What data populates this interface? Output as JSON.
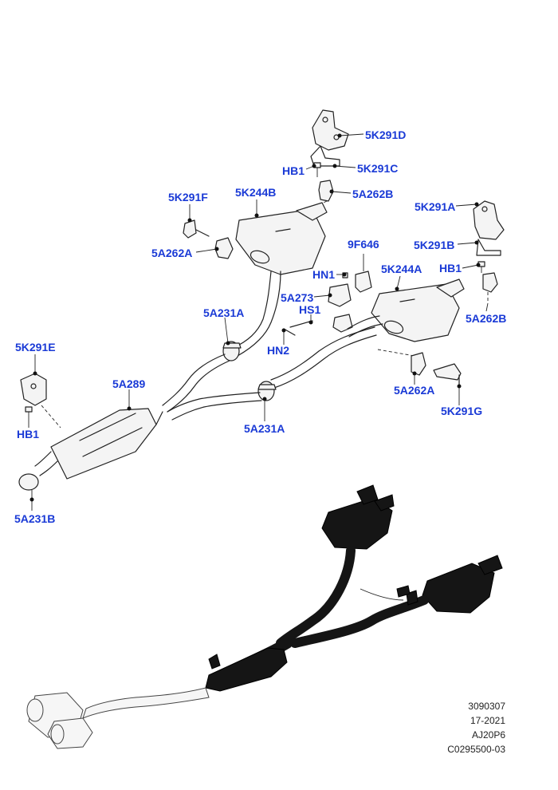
{
  "callouts": {
    "c_5k291d": "5K291D",
    "c_hb1_top": "HB1",
    "c_5k291c": "5K291C",
    "c_5a262b_top": "5A262B",
    "c_5k291f": "5K291F",
    "c_5k244b": "5K244B",
    "c_5k291a": "5K291A",
    "c_5a262a_left": "5A262A",
    "c_9f646": "9F646",
    "c_5k291b": "5K291B",
    "c_hn1": "HN1",
    "c_5k244a": "5K244A",
    "c_hb1_right": "HB1",
    "c_5a273": "5A273",
    "c_hs1": "HS1",
    "c_5a231a_upper": "5A231A",
    "c_5a262b_right": "5A262B",
    "c_5k291e": "5K291E",
    "c_hn2": "HN2",
    "c_5a289": "5A289",
    "c_5a262a_right": "5A262A",
    "c_5k291g": "5K291G",
    "c_hb1_left": "HB1",
    "c_5a231a_lower": "5A231A",
    "c_5a231b": "5A231B"
  },
  "footer": {
    "line1": "3090307",
    "line2": "17-2021",
    "line3": "AJ20P6",
    "line4": "C0295500-03"
  },
  "colors": {
    "callout_text": "#1a3ad6",
    "line_art": "#222222",
    "silhouette": "#151515"
  }
}
